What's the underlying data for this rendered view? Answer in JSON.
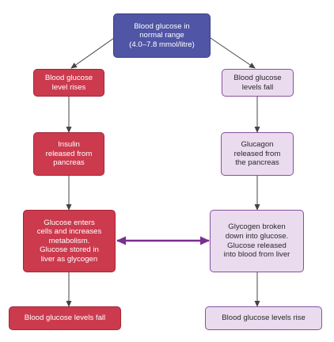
{
  "colors": {
    "top_fill": "#5055a6",
    "rise_fill": "#cc3a4e",
    "fall_fill": "#eadbef",
    "fall_border": "#8a4f9e",
    "arrow": "#444444",
    "link_arrow": "#7a2f8f"
  },
  "nodes": {
    "top": "Blood glucose in\nnormal range\n(4.0–7.8 mmol/litre)",
    "left": [
      "Blood glucose\nlevel rises",
      "Insulin\nreleased from\npancreas",
      "Glucose enters\ncells and increases\nmetabolism.\nGlucose stored in\nliver as glycogen",
      "Blood glucose levels fall"
    ],
    "right": [
      "Blood glucose\nlevels fall",
      "Glucagon\nreleased from\nthe pancreas",
      "Glycogen broken\ndown into glucose.\nGlucose released\ninto blood from liver",
      "Blood glucose levels rise"
    ]
  }
}
